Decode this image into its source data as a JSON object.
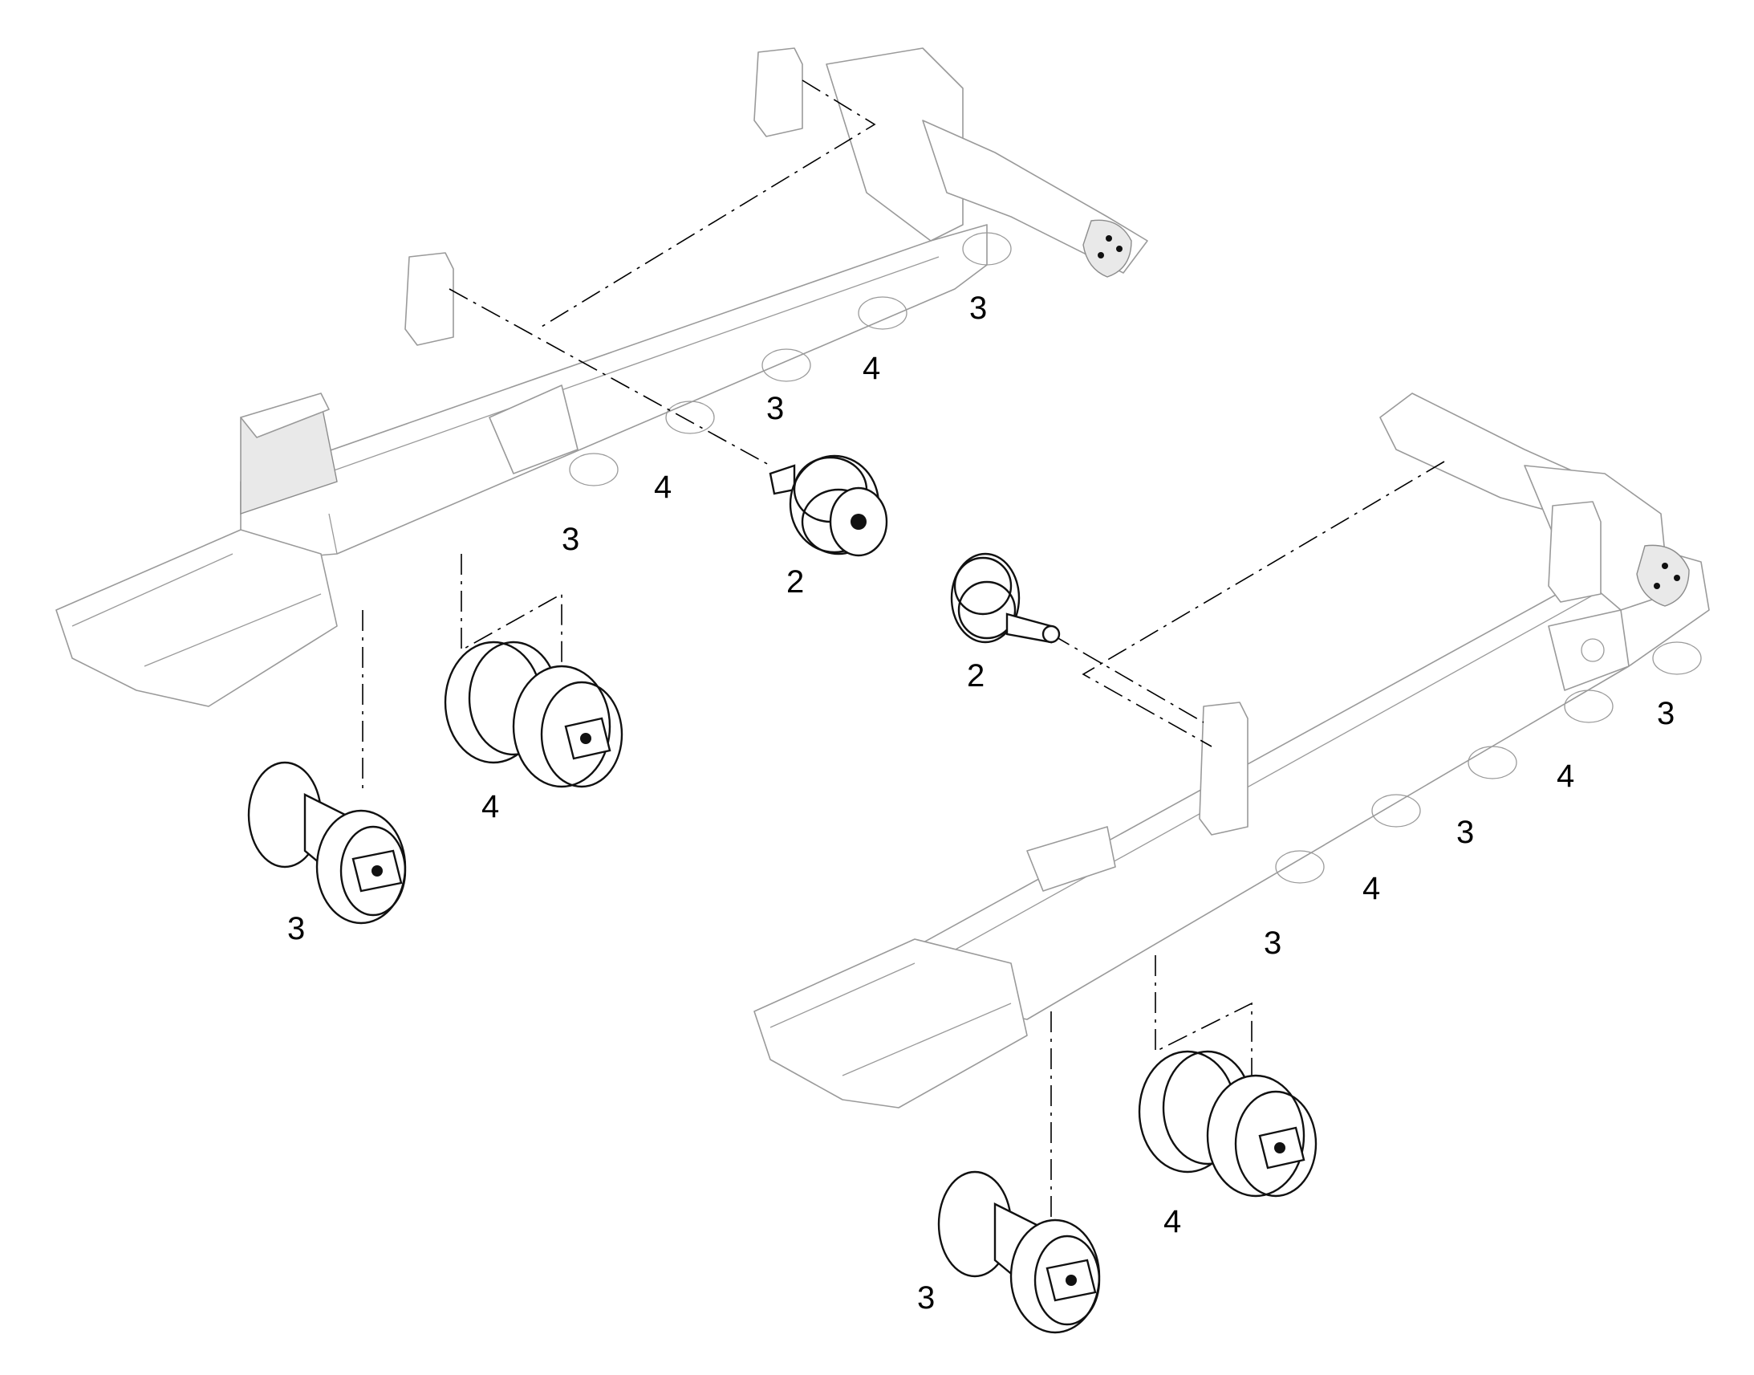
{
  "callouts": {
    "c1": "3",
    "c2": "4",
    "c3": "3",
    "c4": "4",
    "c5": "3",
    "c6": "2",
    "c7": "4",
    "c8": "3",
    "c9": "2",
    "c10": "3",
    "c11": "4",
    "c12": "3",
    "c13": "4",
    "c14": "3",
    "c15": "4",
    "c16": "3"
  },
  "colors": {
    "frame_line": "#9a9a9a",
    "part_line": "#111111",
    "leader_line": "#000000"
  }
}
